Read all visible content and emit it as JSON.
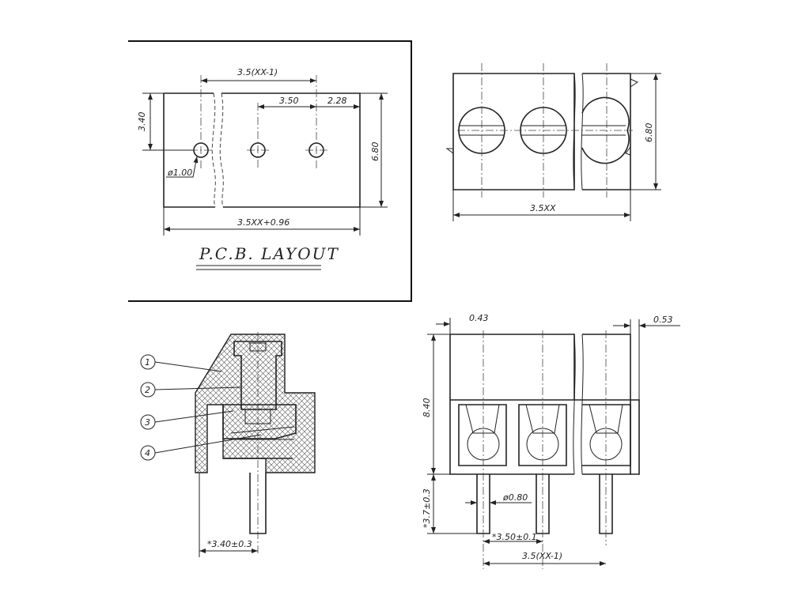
{
  "pcb_layout": {
    "title": "P.C.B. LAYOUT",
    "dims": {
      "pitch_total": "3.5(XX-1)",
      "pitch": "3.50",
      "edge_offset": "2.28",
      "hole_height": "3.40",
      "body_height": "6.80",
      "hole_diameter": "ø1.00",
      "body_length": "3.5XX+0.96"
    }
  },
  "top_view": {
    "dims": {
      "height": "6.80",
      "length": "3.5XX"
    }
  },
  "side_view": {
    "callouts": [
      "1",
      "2",
      "3",
      "4"
    ],
    "dims": {
      "pin_offset": "*3.40±0.3"
    }
  },
  "front_view": {
    "dims": {
      "left_offset": "0.43",
      "right_offset": "0.53",
      "body_height": "8.40",
      "pin_length": "*3.7±0.3",
      "pin_diameter": "ø0.80",
      "pitch": "*3.50±0.1",
      "pitch_total": "3.5(XX-1)"
    }
  }
}
